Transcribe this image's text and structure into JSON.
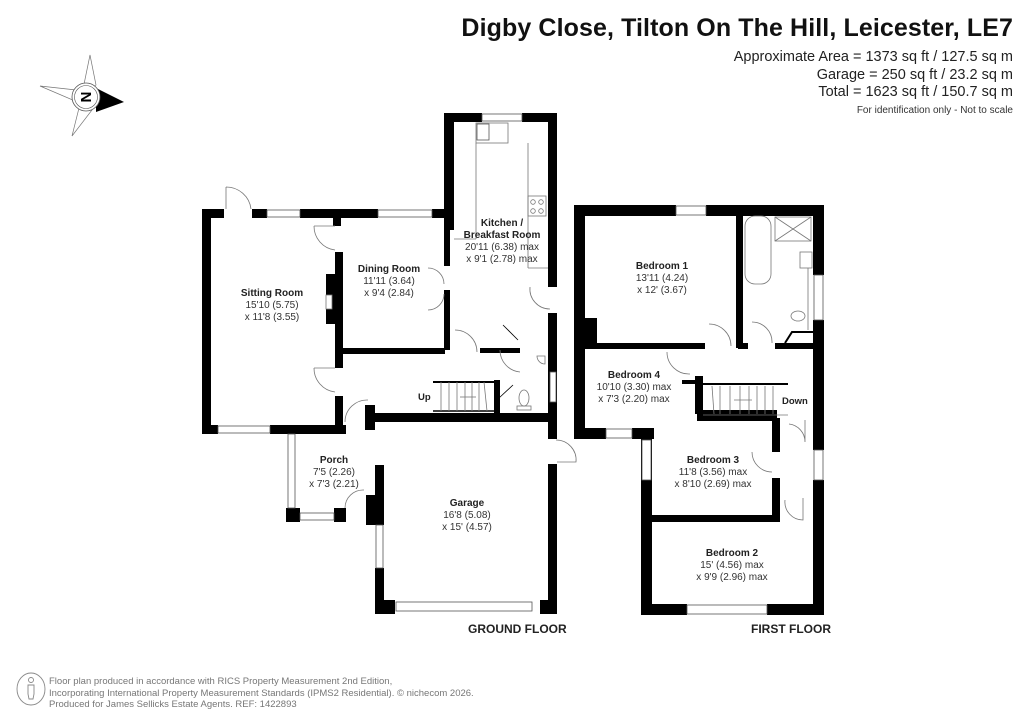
{
  "header": {
    "title": "Digby Close, Tilton On The Hill, Leicester, LE7",
    "area_lines": [
      "Approximate Area = 1373 sq ft / 127.5 sq m",
      "Garage = 250 sq ft / 23.2 sq m",
      "Total = 1623 sq ft / 150.7 sq m"
    ],
    "disclaimer": "For identification only - Not to scale"
  },
  "compass": {
    "label": "N",
    "icon": "compass-rose-icon"
  },
  "ground_floor": {
    "label": "GROUND FLOOR",
    "stairs_label": "Up",
    "rooms": [
      {
        "name": "Sitting Room",
        "dim1": "15'10 (5.75)",
        "dim2": "x 11'8 (3.55)"
      },
      {
        "name": "Dining Room",
        "dim1": "11'11 (3.64)",
        "dim2": "x 9'4 (2.84)"
      },
      {
        "name": "Kitchen /",
        "name2": "Breakfast Room",
        "dim1": "20'11 (6.38) max",
        "dim2": "x 9'1 (2.78) max"
      },
      {
        "name": "Porch",
        "dim1": "7'5 (2.26)",
        "dim2": "x 7'3 (2.21)"
      },
      {
        "name": "Garage",
        "dim1": "16'8 (5.08)",
        "dim2": "x 15' (4.57)"
      }
    ]
  },
  "first_floor": {
    "label": "FIRST FLOOR",
    "stairs_label": "Down",
    "rooms": [
      {
        "name": "Bedroom 1",
        "dim1": "13'11 (4.24)",
        "dim2": "x 12' (3.67)"
      },
      {
        "name": "Bedroom 4",
        "dim1": "10'10 (3.30) max",
        "dim2": "x 7'3 (2.20) max"
      },
      {
        "name": "Bedroom 3",
        "dim1": "11'8 (3.56) max",
        "dim2": "x 8'10 (2.69) max"
      },
      {
        "name": "Bedroom 2",
        "dim1": "15' (4.56) max",
        "dim2": "x 9'9 (2.96) max"
      }
    ]
  },
  "footer": {
    "icon": "person-outline-icon",
    "lines": [
      "Floor plan produced in accordance with RICS Property Measurement 2nd Edition,",
      "Incorporating International Property Measurement Standards (IPMS2 Residential).   © nichecom 2026.",
      "Produced for James Sellicks Estate Agents.   REF: 1422893"
    ]
  },
  "colors": {
    "wall": "#000000",
    "text": "#222222",
    "footer_text": "#777777",
    "fixture": "#888888"
  }
}
